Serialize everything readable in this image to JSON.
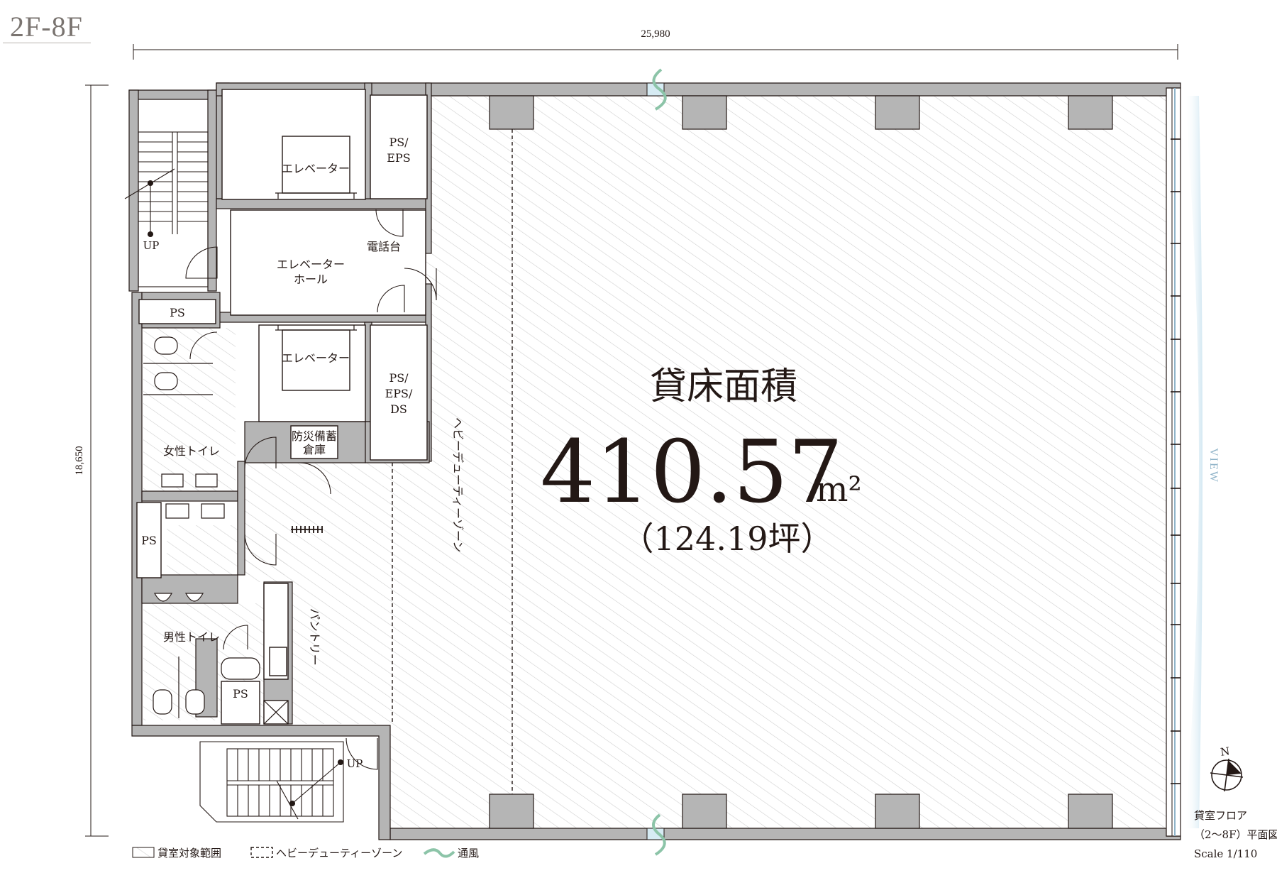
{
  "floor_label": "2F-8F",
  "dimensions": {
    "width": "25,980",
    "height": "18,650"
  },
  "area": {
    "title": "貸床面積",
    "value": "410.57",
    "unit": "m²",
    "tsubo": "（124.19坪）"
  },
  "rooms": {
    "elevator_top": "エレベーター",
    "elevator_bottom": "エレベーター",
    "elevator_hall_1": "エレベーター",
    "elevator_hall_2": "ホール",
    "ps_eps_1": "PS/",
    "ps_eps_2": "EPS",
    "ps_eps_ds_1": "PS/",
    "ps_eps_ds_2": "EPS/",
    "ps_eps_ds_3": "DS",
    "phone": "電話台",
    "ps_a": "PS",
    "ps_b": "PS",
    "ps_c": "PS",
    "womens_toilet": "女性トイレ",
    "mens_toilet": "男性トイレ",
    "storage_1": "防災備蓄",
    "storage_2": "倉庫",
    "pantry": "パントリー",
    "heavy_duty_zone": "ヘビーデューティーゾーン",
    "up_top": "UP",
    "up_bottom": "UP"
  },
  "view_label": "VIEW",
  "legend": [
    {
      "key": "rental",
      "label": "貸室対象範囲"
    },
    {
      "key": "heavy",
      "label": "ヘビーデューティーゾーン"
    },
    {
      "key": "vent",
      "label": "通風"
    }
  ],
  "caption": {
    "line1": "貸室フロア",
    "line2": "（2〜8F）平面図",
    "line3": "Scale 1/110"
  },
  "compass": {
    "north": "N"
  },
  "colors": {
    "wall": "#b5b5b5",
    "hatch": "#cfcfcf",
    "ink": "#231815",
    "vent": "#8cc4a8",
    "view": "#8fb3c8",
    "glass": "#d6ebf3"
  }
}
